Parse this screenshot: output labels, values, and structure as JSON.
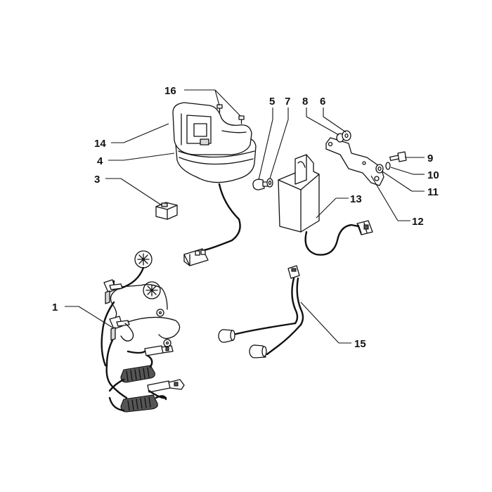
{
  "diagram": {
    "part_numbers": {
      "p1": "1",
      "p3": "3",
      "p4": "4",
      "p5": "5",
      "p6": "6",
      "p7": "7",
      "p8": "8",
      "p9": "9",
      "p10": "10",
      "p11": "11",
      "p12": "12",
      "p13": "13",
      "p14": "14",
      "p15": "15",
      "p16": "16"
    }
  }
}
